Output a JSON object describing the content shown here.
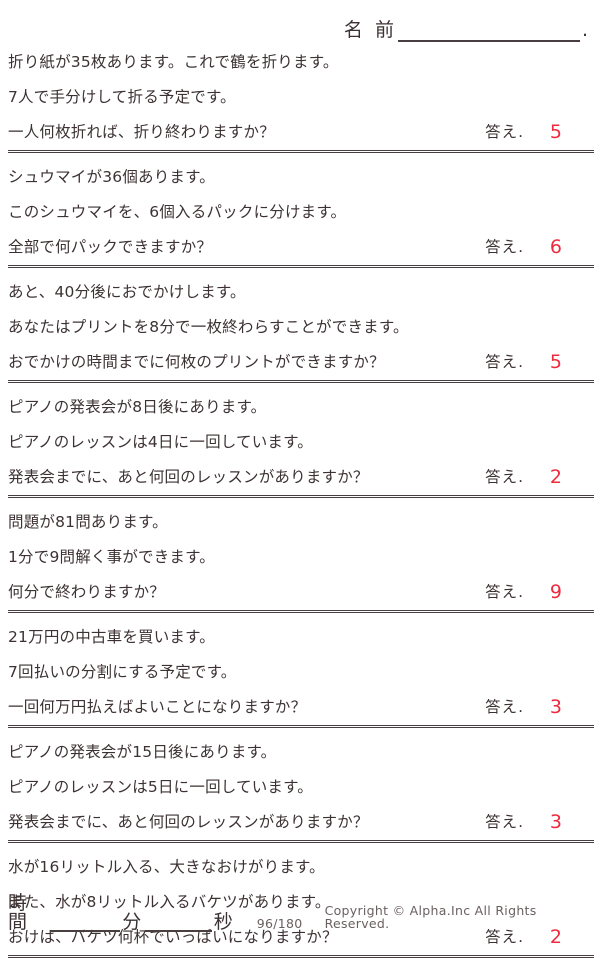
{
  "header": {
    "name_label": "名 前",
    "name_trailing_dot": "."
  },
  "answer_label": "答え.",
  "problems": [
    {
      "lines": [
        "折り紙が35枚あります。これで鶴を折ります。",
        "7人で手分けして折る予定です。",
        "一人何枚折れば、折り終わりますか？"
      ],
      "answer": "5"
    },
    {
      "lines": [
        "シュウマイが36個あります。",
        "このシュウマイを、6個入るパックに分けます。",
        "全部で何パックできますか？"
      ],
      "answer": "6"
    },
    {
      "lines": [
        "あと、40分後におでかけします。",
        "あなたはプリントを8分で一枚終わらすことができます。",
        "おでかけの時間までに何枚のプリントができますか？"
      ],
      "answer": "5"
    },
    {
      "lines": [
        "ピアノの発表会が8日後にあります。",
        "ピアノのレッスンは4日に一回しています。",
        "発表会までに、あと何回のレッスンがありますか？"
      ],
      "answer": "2"
    },
    {
      "lines": [
        "問題が81問あります。",
        "1分で9問解く事ができます。",
        "何分で終わりますか？"
      ],
      "answer": "9"
    },
    {
      "lines": [
        "21万円の中古車を買います。",
        "7回払いの分割にする予定です。",
        "一回何万円払えばよいことになりますか？"
      ],
      "answer": "3"
    },
    {
      "lines": [
        "ピアノの発表会が15日後にあります。",
        "ピアノのレッスンは5日に一回しています。",
        "発表会までに、あと何回のレッスンがありますか？"
      ],
      "answer": "3"
    },
    {
      "lines": [
        "水が16リットル入る、大きなおけがります。",
        "また、水が8リットル入るバケツがあります。",
        "おけは、バケツ何杯でいっぱいになりますか？"
      ],
      "answer": "2"
    }
  ],
  "footer": {
    "time_label": "時間",
    "minute_label": "分",
    "second_label": "秒",
    "page_number": "96/180",
    "copyright": "Copyright ©  Alpha.Inc All Rights Reserved."
  },
  "colors": {
    "answer_red": "#ee2b3e",
    "text": "#3d3233",
    "rule": "#4a3f40"
  }
}
